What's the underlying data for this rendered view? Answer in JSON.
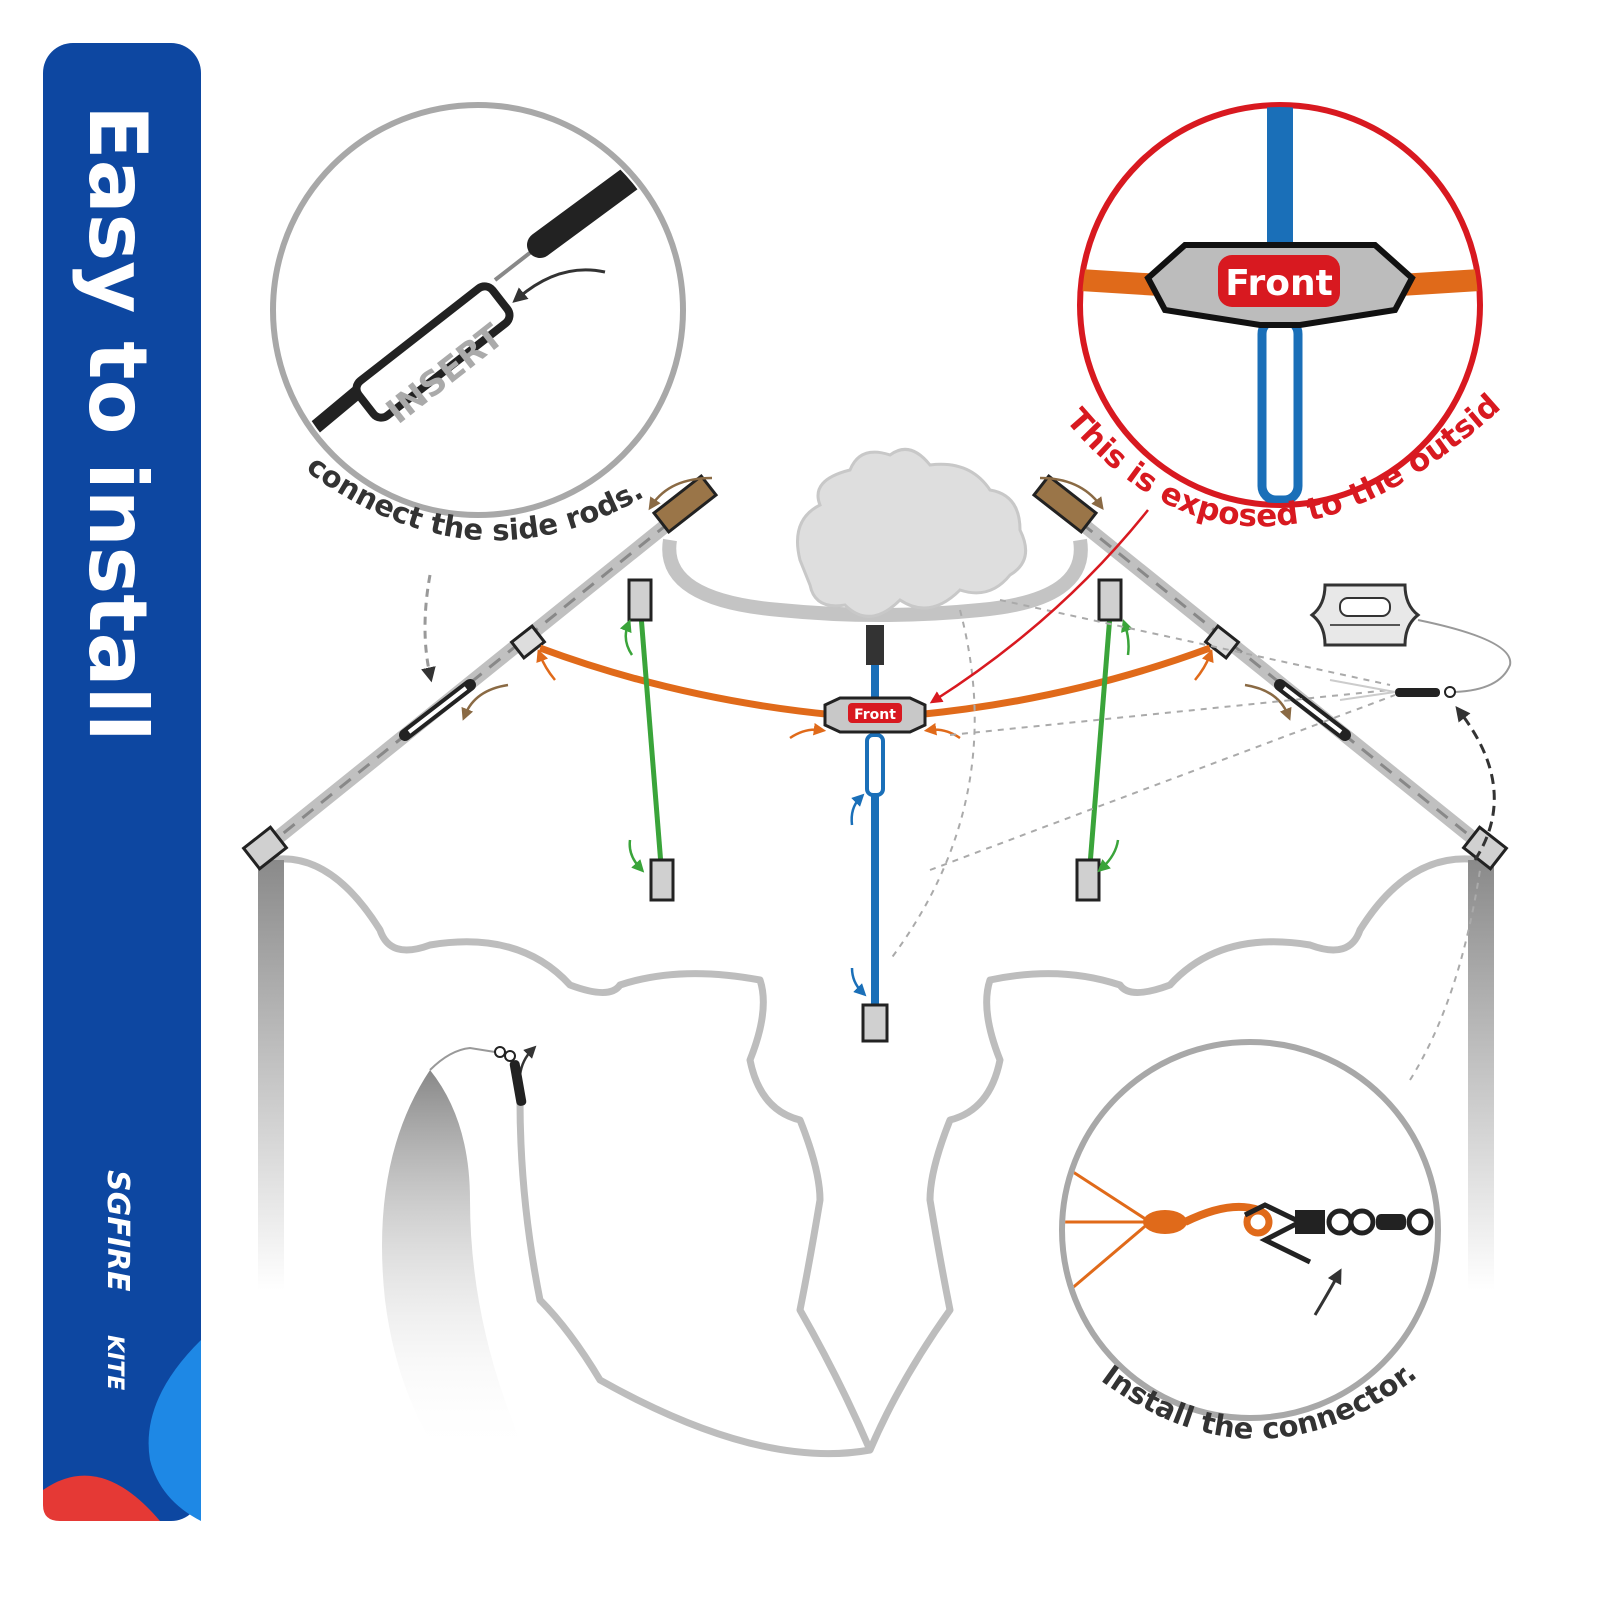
{
  "sidebar": {
    "title": "Easy to install",
    "brand_name": "SGFIRE",
    "brand_suffix": "KITE",
    "background_color": "#0d47a1"
  },
  "callouts": {
    "insert_label": "INSERT",
    "side_rods_caption": "connect the side rods.",
    "front_label": "Front",
    "front_small_label": "Front",
    "exposed_caption": "This is exposed to the outside!",
    "connector_caption": "Install the connector."
  },
  "colors": {
    "frame_gray": "#b0b0b0",
    "spar_blue": "#1a6fb8",
    "spreader_orange": "#e06a1a",
    "strut_green": "#3aa43a",
    "warning_red": "#d81920",
    "connector_dark": "#222222",
    "fitting_tan": "#9a7548"
  }
}
